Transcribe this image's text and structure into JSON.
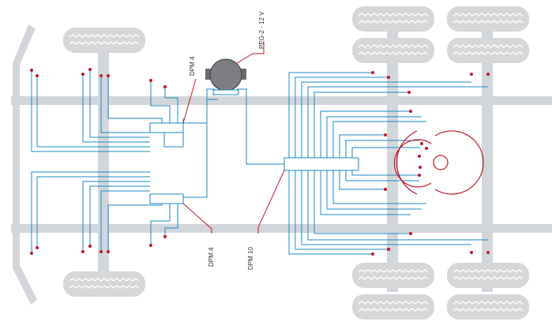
{
  "labels": {
    "dpm4_top": "DPM 4",
    "peg": "PEG-2 - 12 V",
    "dpm4_bottom": "DPM 4",
    "dpm10": "DPM 10"
  },
  "colors": {
    "frame": "#d2d6da",
    "wire": "#1c88c4",
    "lead": "#c0182a",
    "tire": "#d5d7d9",
    "tread": "#ffffff",
    "motor": "#7b7d80",
    "label": "#333333"
  },
  "icons": {
    "motor": "wiper-motor-icon",
    "tire": "tire-icon",
    "sensor": "rotation-sensor-icon"
  }
}
